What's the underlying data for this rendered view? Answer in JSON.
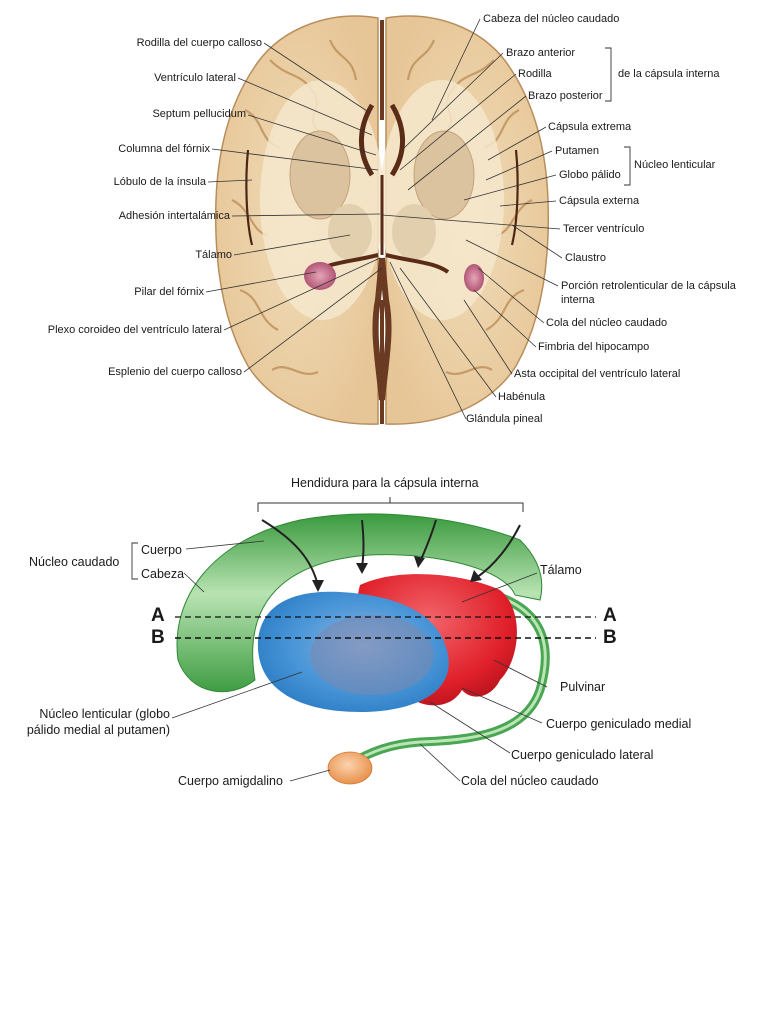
{
  "figure_top": {
    "labels": {
      "rodilla_cuerpo_calloso": "Rodilla del cuerpo calloso",
      "ventriculo_lateral": "Ventrículo lateral",
      "septum_pellucidum": "Septum pellucidum",
      "columna_fornix": "Columna del fórnix",
      "lobulo_insula": "Lóbulo de la ínsula",
      "adhesion_intertalamica": "Adhesión intertalámica",
      "talamo": "Tálamo",
      "pilar_fornix": "Pilar del fórnix",
      "plexo_coroideo": "Plexo coroideo del ventrículo lateral",
      "esplenio": "Esplenio del cuerpo calloso",
      "cabeza_nucleo_caudado": "Cabeza del núcleo caudado",
      "brazo_anterior": "Brazo anterior",
      "rodilla": "Rodilla",
      "brazo_posterior": "Brazo posterior",
      "de_la_capsula_interna": "de la cápsula interna",
      "capsula_extrema": "Cápsula extrema",
      "putamen": "Putamen",
      "globo_palido": "Globo pálido",
      "nucleo_lenticular": "Núcleo lenticular",
      "capsula_externa": "Cápsula externa",
      "tercer_ventriculo": "Tercer ventrículo",
      "claustro": "Claustro",
      "porcion_retrolenticular_1": "Porción retrolenticular de la cápsula",
      "porcion_retrolenticular_2": "interna",
      "cola_nucleo_caudado": "Cola del núcleo caudado",
      "fimbria": "Fimbria del hipocampo",
      "asta_occipital": "Asta occipital del ventrículo lateral",
      "habenula": "Habénula",
      "glandula_pineal": "Glándula pineal"
    }
  },
  "figure_bottom": {
    "labels": {
      "hendidura": "Hendidura para la cápsula interna",
      "nucleo_caudado": "Núcleo caudado",
      "cuerpo": "Cuerpo",
      "cabeza": "Cabeza",
      "talamo": "Tálamo",
      "axis_a": "A",
      "axis_b": "B",
      "pulvinar": "Pulvinar",
      "nucleo_lenticular": "Núcleo lenticular (globo pálido medial al putamen)",
      "cuerpo_geniculado_medial": "Cuerpo geniculado medial",
      "cuerpo_geniculado_lateral": "Cuerpo geniculado lateral",
      "cuerpo_amigdalino": "Cuerpo amigdalino",
      "cola_nucleo_caudado": "Cola del núcleo caudado"
    },
    "colors": {
      "caudate": "#5cb85c",
      "lenticular": "#3d8fd6",
      "thalamus": "#e0202a",
      "amygdala": "#f2a15e"
    }
  }
}
